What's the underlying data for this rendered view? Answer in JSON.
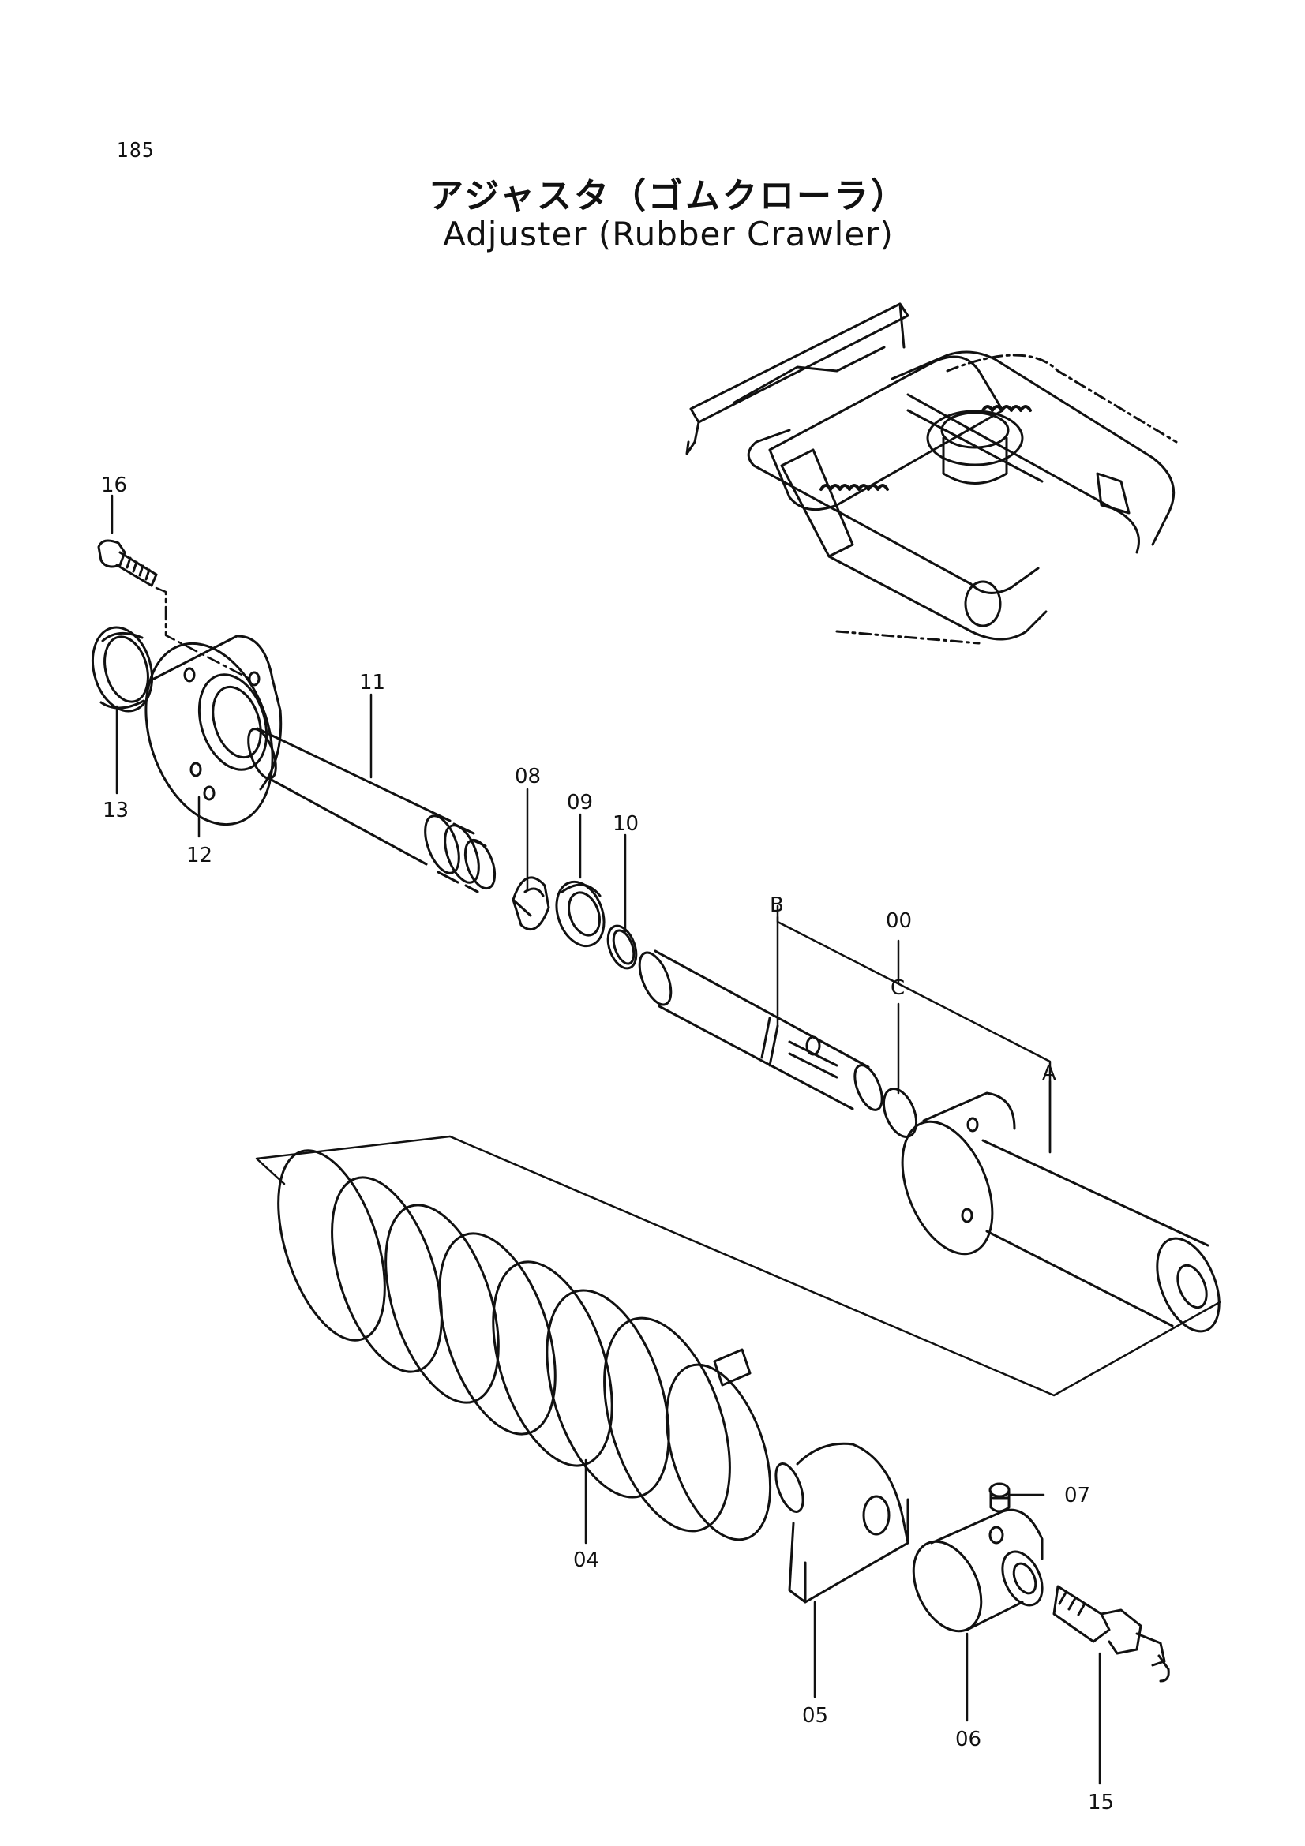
{
  "page": {
    "number": "185"
  },
  "title": {
    "japanese": "アジャスタ（ゴムクローラ）",
    "english": "Adjuster (Rubber Crawler)"
  },
  "callouts": {
    "c16": "16",
    "c13": "13",
    "c12": "12",
    "c11": "11",
    "c08": "08",
    "c09": "09",
    "c10": "10",
    "cB": "B",
    "c00": "00",
    "cC": "C",
    "cA": "A",
    "c04": "04",
    "c05": "05",
    "c06": "06",
    "c07": "07",
    "c15": "15"
  },
  "colors": {
    "ink": "#111111",
    "paper": "#ffffff"
  }
}
